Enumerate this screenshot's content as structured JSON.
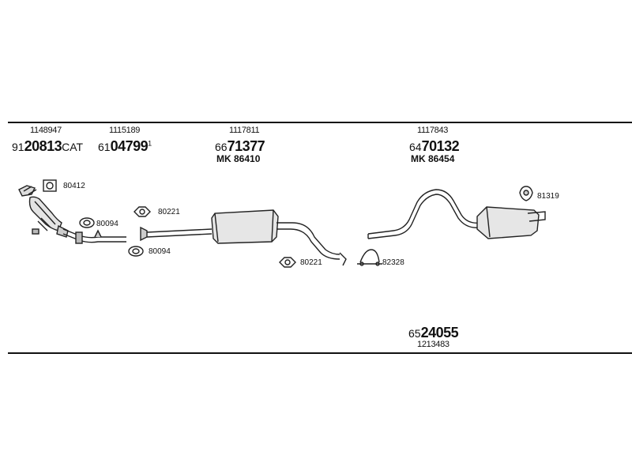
{
  "header_groups": [
    {
      "ref": "1148947",
      "prefix": "91",
      "number": "20813",
      "suffix": "CAT"
    },
    {
      "ref": "1115189",
      "prefix": "61",
      "number": "04799",
      "suffix": "1"
    },
    {
      "ref": "1117811",
      "prefix": "66",
      "number": "71377",
      "sub": "MK 86410"
    },
    {
      "ref": "1117843",
      "prefix": "64",
      "number": "70132",
      "sub": "MK 86454"
    }
  ],
  "callouts": [
    "80412",
    "80094",
    "80221",
    "80094",
    "80221",
    "82328",
    "81319"
  ],
  "footer_group": {
    "prefix": "65",
    "number": "24055",
    "ref": "1213483"
  }
}
